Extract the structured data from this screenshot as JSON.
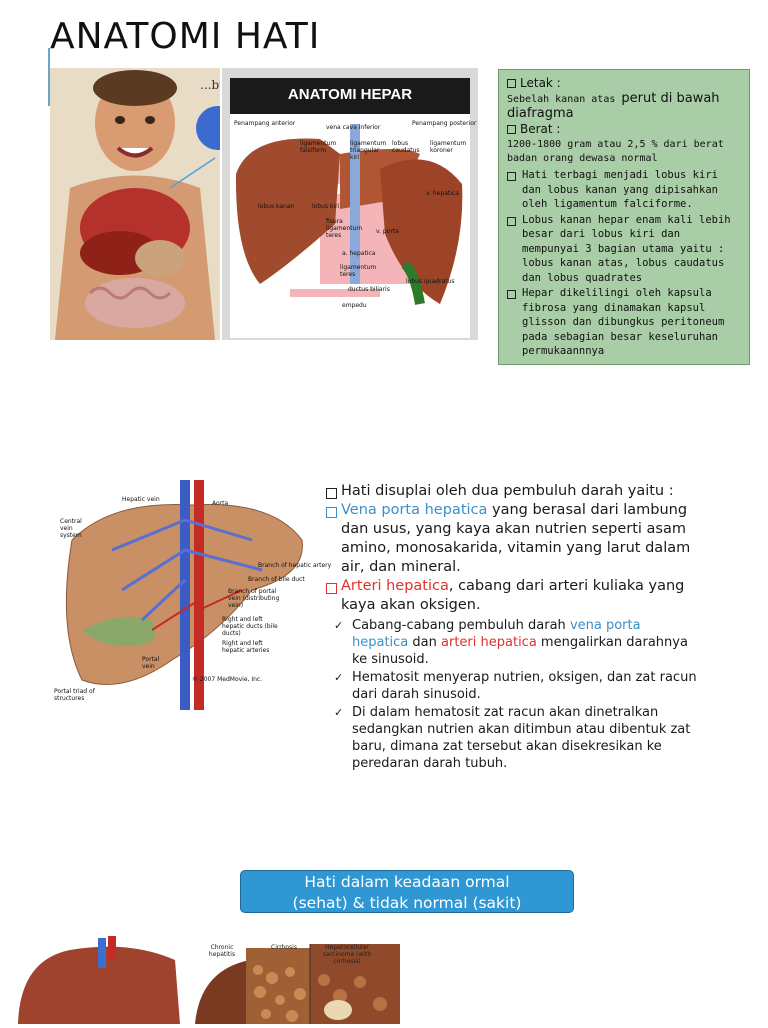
{
  "page": {
    "title": "ANATOMI HATI"
  },
  "photo": {
    "caption": "...but"
  },
  "hepar_diagram": {
    "title": "ANATOMI HEPAR",
    "labels": {
      "penampang_anterior": "Penampang anterior",
      "vena_cava_inferior": "vena cava inferior",
      "penampang_posterior": "Penampang posterior",
      "ligamentum_falsiform": "ligamentum falsiform",
      "ligamentum_triangular_kiri": "ligamentum triangular kiri",
      "lobus_caudatus": "lobus caudatus",
      "ligamentum_koroner": "ligamentum koroner",
      "lobus_kanan": "lobus kanan",
      "lobus_kiri": "lobus kiri",
      "v_hepatica": "v. hepatica",
      "fisura_ligamentum_teres": "fisura ligamentum teres",
      "v_porta": "v. porta",
      "a_hepatica": "a. hepatica",
      "ligamentum_teres": "ligamentum teres",
      "ductus_biliaris": "ductus biliaris",
      "lobus_quadratus": "lobus quadratus",
      "empedu": "empedu"
    }
  },
  "notes": {
    "letak_heading": "Letak :",
    "letak_prefix": "Sebelah kanan atas",
    "letak_rest": "perut di bawah",
    "letak_line2": "diafragma",
    "berat_heading": "Berat :",
    "berat_line1": "1200-1800 gram atau 2,5 % dari berat",
    "berat_line2": "badan orang dewasa normal",
    "items": [
      "Hati terbagi menjadi lobus kiri dan lobus kanan yang dipisahkan oleh ligamentum falciforme.",
      "Lobus kanan hepar enam kali lebih besar dari lobus kiri dan mempunyai 3 bagian utama yaitu : lobus kanan atas, lobus caudatus dan lobus quadrates",
      "Hepar dikelilingi oleh kapsula fibrosa yang dinamakan kapsul glisson dan dibungkus peritoneum pada sebagian besar keseluruhan permukaannnya"
    ]
  },
  "liver_diagram2": {
    "labels": {
      "hepatic_vein": "Hepatic vein",
      "aorta": "Aorta",
      "central_vein_system": "Central vein system",
      "branch_hepatic_artery": "Branch of hepatic artery",
      "branch_bile_duct": "Branch of bile duct",
      "branch_portal_vein": "Branch of portal vein (distributing vein)",
      "right_left_ducts": "Right and left hepatic ducts (bile ducts)",
      "right_left_arteries": "Right and left hepatic arteries",
      "portal_vein": "Portal vein",
      "portal_triad": "Portal triad of structures",
      "copyright": "© 2007 MedMovie, Inc."
    }
  },
  "blood_supply": {
    "intro": "Hati disuplai oleh dua pembuluh darah yaitu :",
    "vena_name": "Vena porta hepatica",
    "vena_desc": " yang berasal dari lambung dan usus, yang kaya akan nutrien seperti asam amino, monosakarida, vitamin yang larut dalam air, dan mineral.",
    "arteri_name": "Arteri hepatica",
    "arteri_desc": ", cabang dari arteri kuliaka yang kaya akan oksigen.",
    "check1_a": "Cabang-cabang pembuluh darah ",
    "check1_vena": "vena porta hepatica",
    "check1_b": " dan ",
    "check1_arteri": "arteri hepatica",
    "check1_c": " mengalirkan darahnya ke sinusoid.",
    "check2": "Hematosit menyerap nutrien, oksigen, dan zat racun dari darah sinusoid.",
    "check3": "Di dalam hematosit zat racun akan dinetralkan sedangkan nutrien akan ditimbun atau dibentuk zat baru, dimana zat tersebut akan disekresikan ke peredaran darah tubuh."
  },
  "banner": {
    "line1": "Hati dalam keadaan ormal",
    "line2": "(sehat) & tidak normal (sakit)"
  },
  "disease_labels": {
    "chronic": "Chronic hepatitis",
    "cirrhosis": "Cirrhosis",
    "hcc": "Hepatocellular carcinoma (with cirrhosis)"
  },
  "colors": {
    "accent_blue": "#3b8fc9",
    "accent_red": "#e0312b",
    "note_green": "#a9cda6",
    "banner_blue": "#2e97d4"
  }
}
